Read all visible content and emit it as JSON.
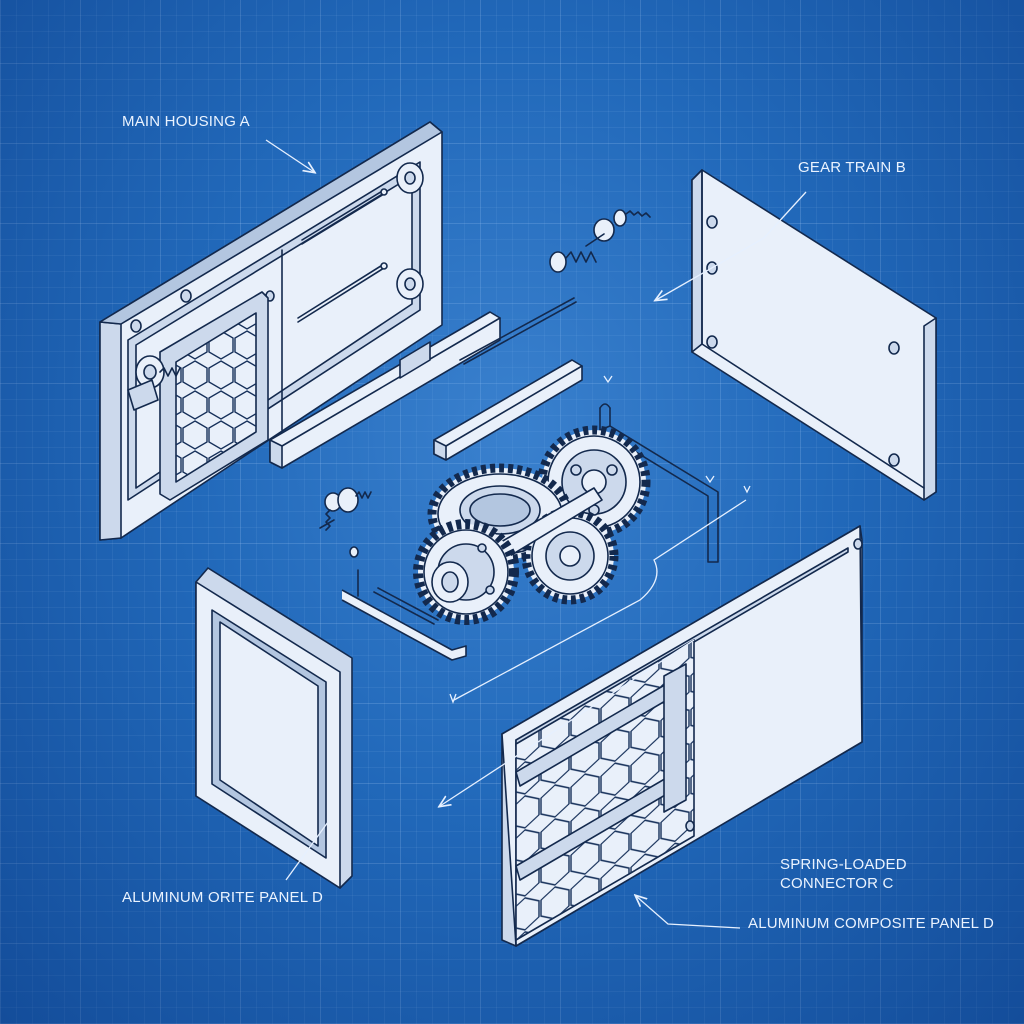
{
  "labels": {
    "main_housing": "MAIN HOUSING A",
    "gear_train": "GEAR TRAIN B",
    "panel_left": "ALUMINUM ORITE PANEL D",
    "spring_connector": "SPRING-LOADED\nCONNECTOR C",
    "panel_right": "ALUMINUM COMPOSITE PANEL D"
  },
  "colors": {
    "background": "#1f67b7",
    "part_fill": "#e9f0fa",
    "part_stroke": "#13294d",
    "annotation": "#e6f0ff"
  }
}
